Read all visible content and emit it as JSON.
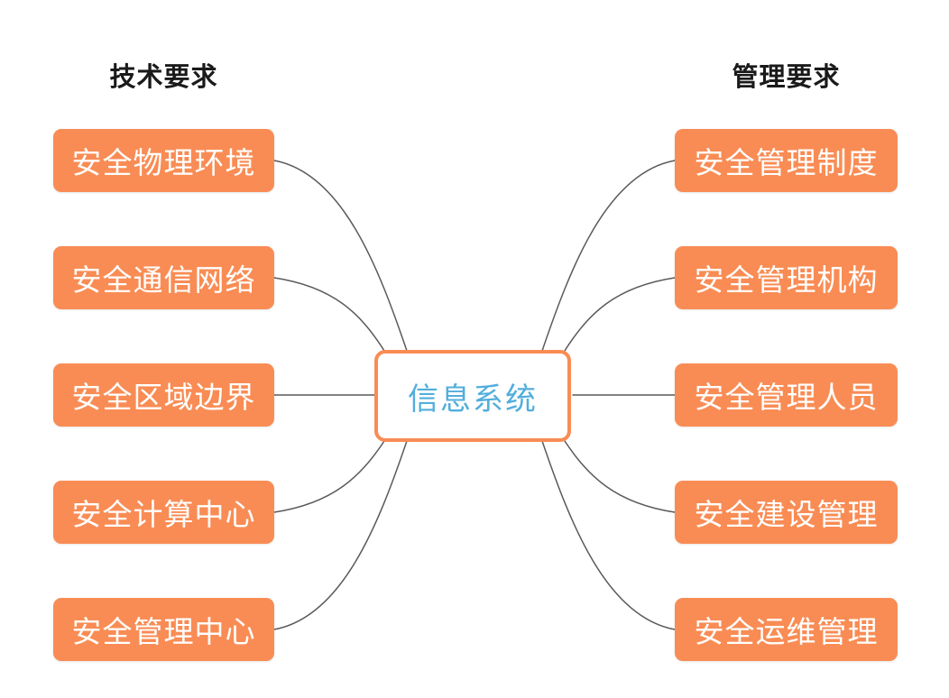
{
  "diagram": {
    "type": "mindmap",
    "center": {
      "label": "信息系统"
    },
    "left_group": {
      "title": "技术要求",
      "items": [
        {
          "label": "安全物理环境"
        },
        {
          "label": "安全通信网络"
        },
        {
          "label": "安全区域边界"
        },
        {
          "label": "安全计算中心"
        },
        {
          "label": "安全管理中心"
        }
      ]
    },
    "right_group": {
      "title": "管理要求",
      "items": [
        {
          "label": "安全管理制度"
        },
        {
          "label": "安全管理机构"
        },
        {
          "label": "安全管理人员"
        },
        {
          "label": "安全建设管理"
        },
        {
          "label": "安全运维管理"
        }
      ]
    },
    "colors": {
      "node_fill": "#F98C54",
      "node_text": "#FFFFFF",
      "center_border": "#F98C54",
      "center_text": "#52AEDC",
      "connector": "#5A5A5A",
      "heading_text": "#1A1A1A",
      "background": "#FFFFFF"
    }
  }
}
